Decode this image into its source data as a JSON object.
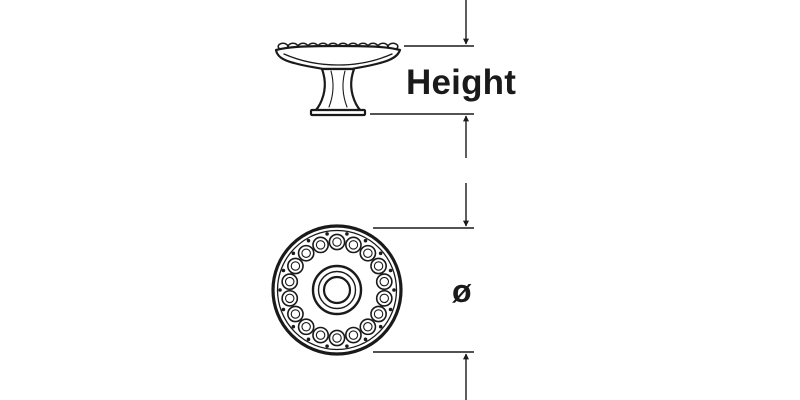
{
  "labels": {
    "height": "Height",
    "diameter": "ø"
  },
  "colors": {
    "line": "#1a1a1a",
    "fill": "#ffffff"
  },
  "figure": {
    "side_view": "knob-side-profile",
    "top_view": "knob-top-view-ring-of-beads",
    "bead_count": 18
  }
}
